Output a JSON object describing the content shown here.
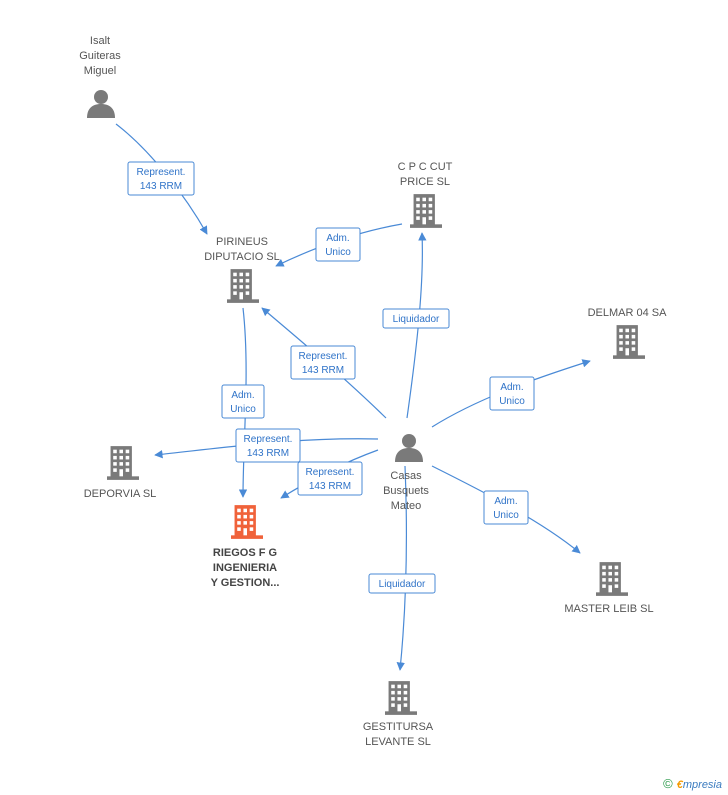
{
  "colors": {
    "edge": "#4a8ad6",
    "node": "#7a7a7a",
    "focus_node": "#f0623a"
  },
  "nodes": {
    "isalt": {
      "lines": [
        "Isalt",
        "Guiteras",
        "Miguel"
      ],
      "type": "person"
    },
    "casas": {
      "lines": [
        "Casas",
        "Busquets",
        "Mateo"
      ],
      "type": "person"
    },
    "pirineus": {
      "lines": [
        "PIRINEUS",
        "DIPUTACIO SL"
      ],
      "type": "company"
    },
    "cpc": {
      "lines": [
        "C P C CUT",
        "PRICE SL"
      ],
      "type": "company"
    },
    "delmar": {
      "lines": [
        "DELMAR 04 SA"
      ],
      "type": "company"
    },
    "deporvia": {
      "lines": [
        "DEPORVIA SL"
      ],
      "type": "company"
    },
    "riegos": {
      "lines": [
        "RIEGOS F G",
        "INGENIERIA",
        "Y GESTION..."
      ],
      "type": "company",
      "focus": true
    },
    "master": {
      "lines": [
        "MASTER LEIB SL"
      ],
      "type": "company"
    },
    "gestitursa": {
      "lines": [
        "GESTITURSA",
        "LEVANTE SL"
      ],
      "type": "company"
    }
  },
  "edges": [
    {
      "from": "isalt",
      "to": "pirineus",
      "label": [
        "Represent.",
        "143 RRM"
      ]
    },
    {
      "from": "cpc",
      "to": "pirineus",
      "label": [
        "Adm.",
        "Unico"
      ]
    },
    {
      "from": "casas",
      "to": "cpc",
      "label": [
        "Liquidador"
      ]
    },
    {
      "from": "casas",
      "to": "pirineus",
      "label": [
        "Represent.",
        "143 RRM"
      ]
    },
    {
      "from": "pirineus",
      "to": "riegos",
      "label": [
        "Adm.",
        "Unico"
      ]
    },
    {
      "from": "casas",
      "to": "deporvia",
      "label": [
        "Represent.",
        "143 RRM"
      ]
    },
    {
      "from": "casas",
      "to": "riegos",
      "label": [
        "Represent.",
        "143 RRM"
      ]
    },
    {
      "from": "casas",
      "to": "delmar",
      "label": [
        "Adm.",
        "Unico"
      ]
    },
    {
      "from": "casas",
      "to": "master",
      "label": [
        "Adm.",
        "Unico"
      ]
    },
    {
      "from": "casas",
      "to": "gestitursa",
      "label": [
        "Liquidador"
      ]
    }
  ],
  "brand": {
    "copyright": "©",
    "initial": "€",
    "rest": "mpresia"
  }
}
